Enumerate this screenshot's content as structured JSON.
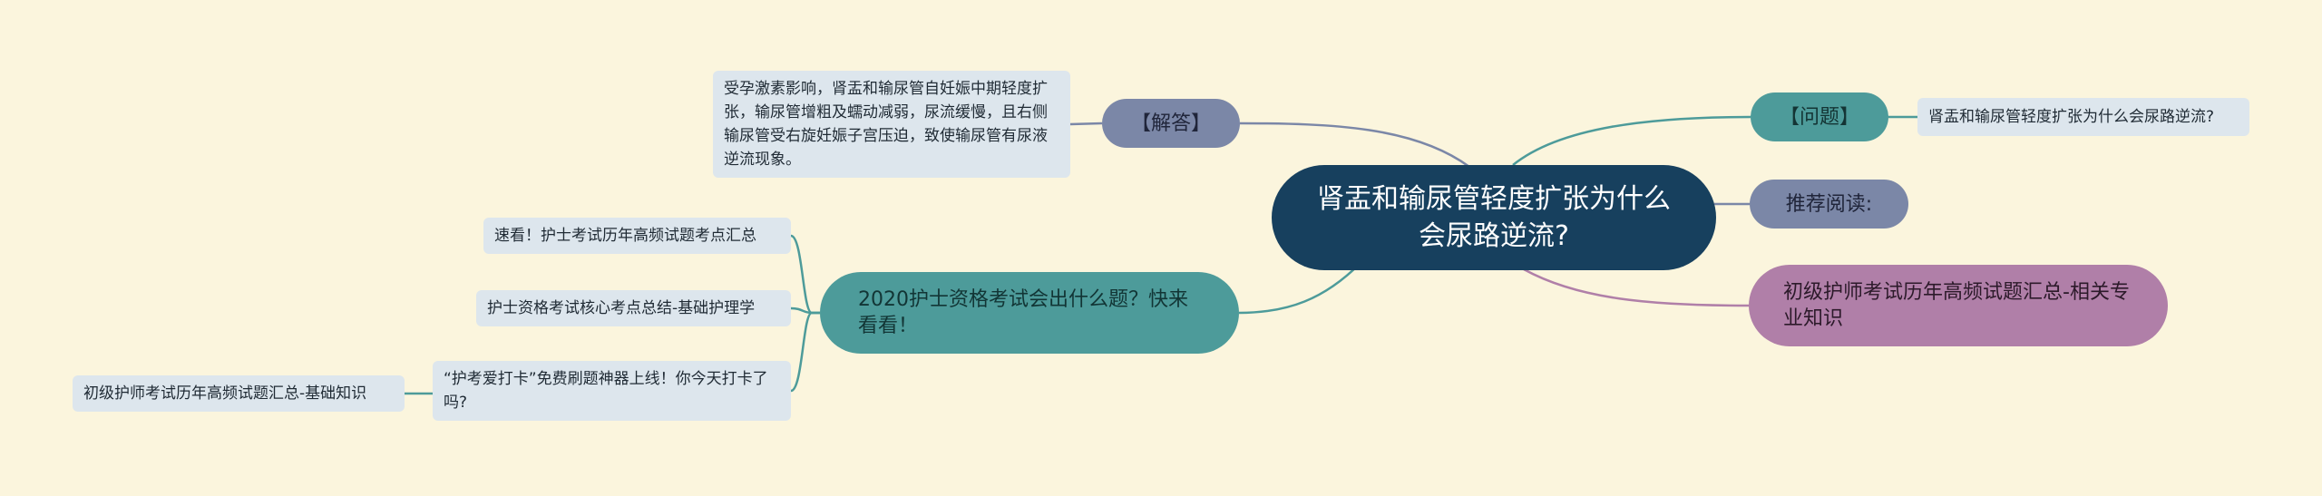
{
  "center": {
    "title": "肾盂和输尿管轻度扩张为什么会尿路逆流?"
  },
  "answer": {
    "label": "【解答】",
    "text": "受孕激素影响，肾盂和输尿管自妊娠中期轻度扩张，输尿管增粗及蠕动减弱，尿流缓慢，且右侧输尿管受右旋妊娠子宫压迫，致使输尿管有尿液逆流现象。"
  },
  "question": {
    "label": "【问题】",
    "text": "肾盂和输尿管轻度扩张为什么会尿路逆流?"
  },
  "recommend": {
    "label": "推荐阅读:"
  },
  "related": {
    "label": "初级护师考试历年高频试题汇总-相关专业知识"
  },
  "exam": {
    "label": "2020护士资格考试会出什么题？快来看看！",
    "links": [
      "速看！护士考试历年高频试题考点汇总",
      "护士资格考试核心考点总结-基础护理学",
      "“护考爱打卡”免费刷题神器上线！你今天打卡了吗?",
      "初级护师考试历年高频试题汇总-基础知识"
    ]
  },
  "colors": {
    "background": "#fbf5dd",
    "center": "#17405e",
    "teal": "#4d9b9a",
    "slate": "#7b87a7",
    "purple": "#b07fa8",
    "leaf": "#dde6ed"
  }
}
